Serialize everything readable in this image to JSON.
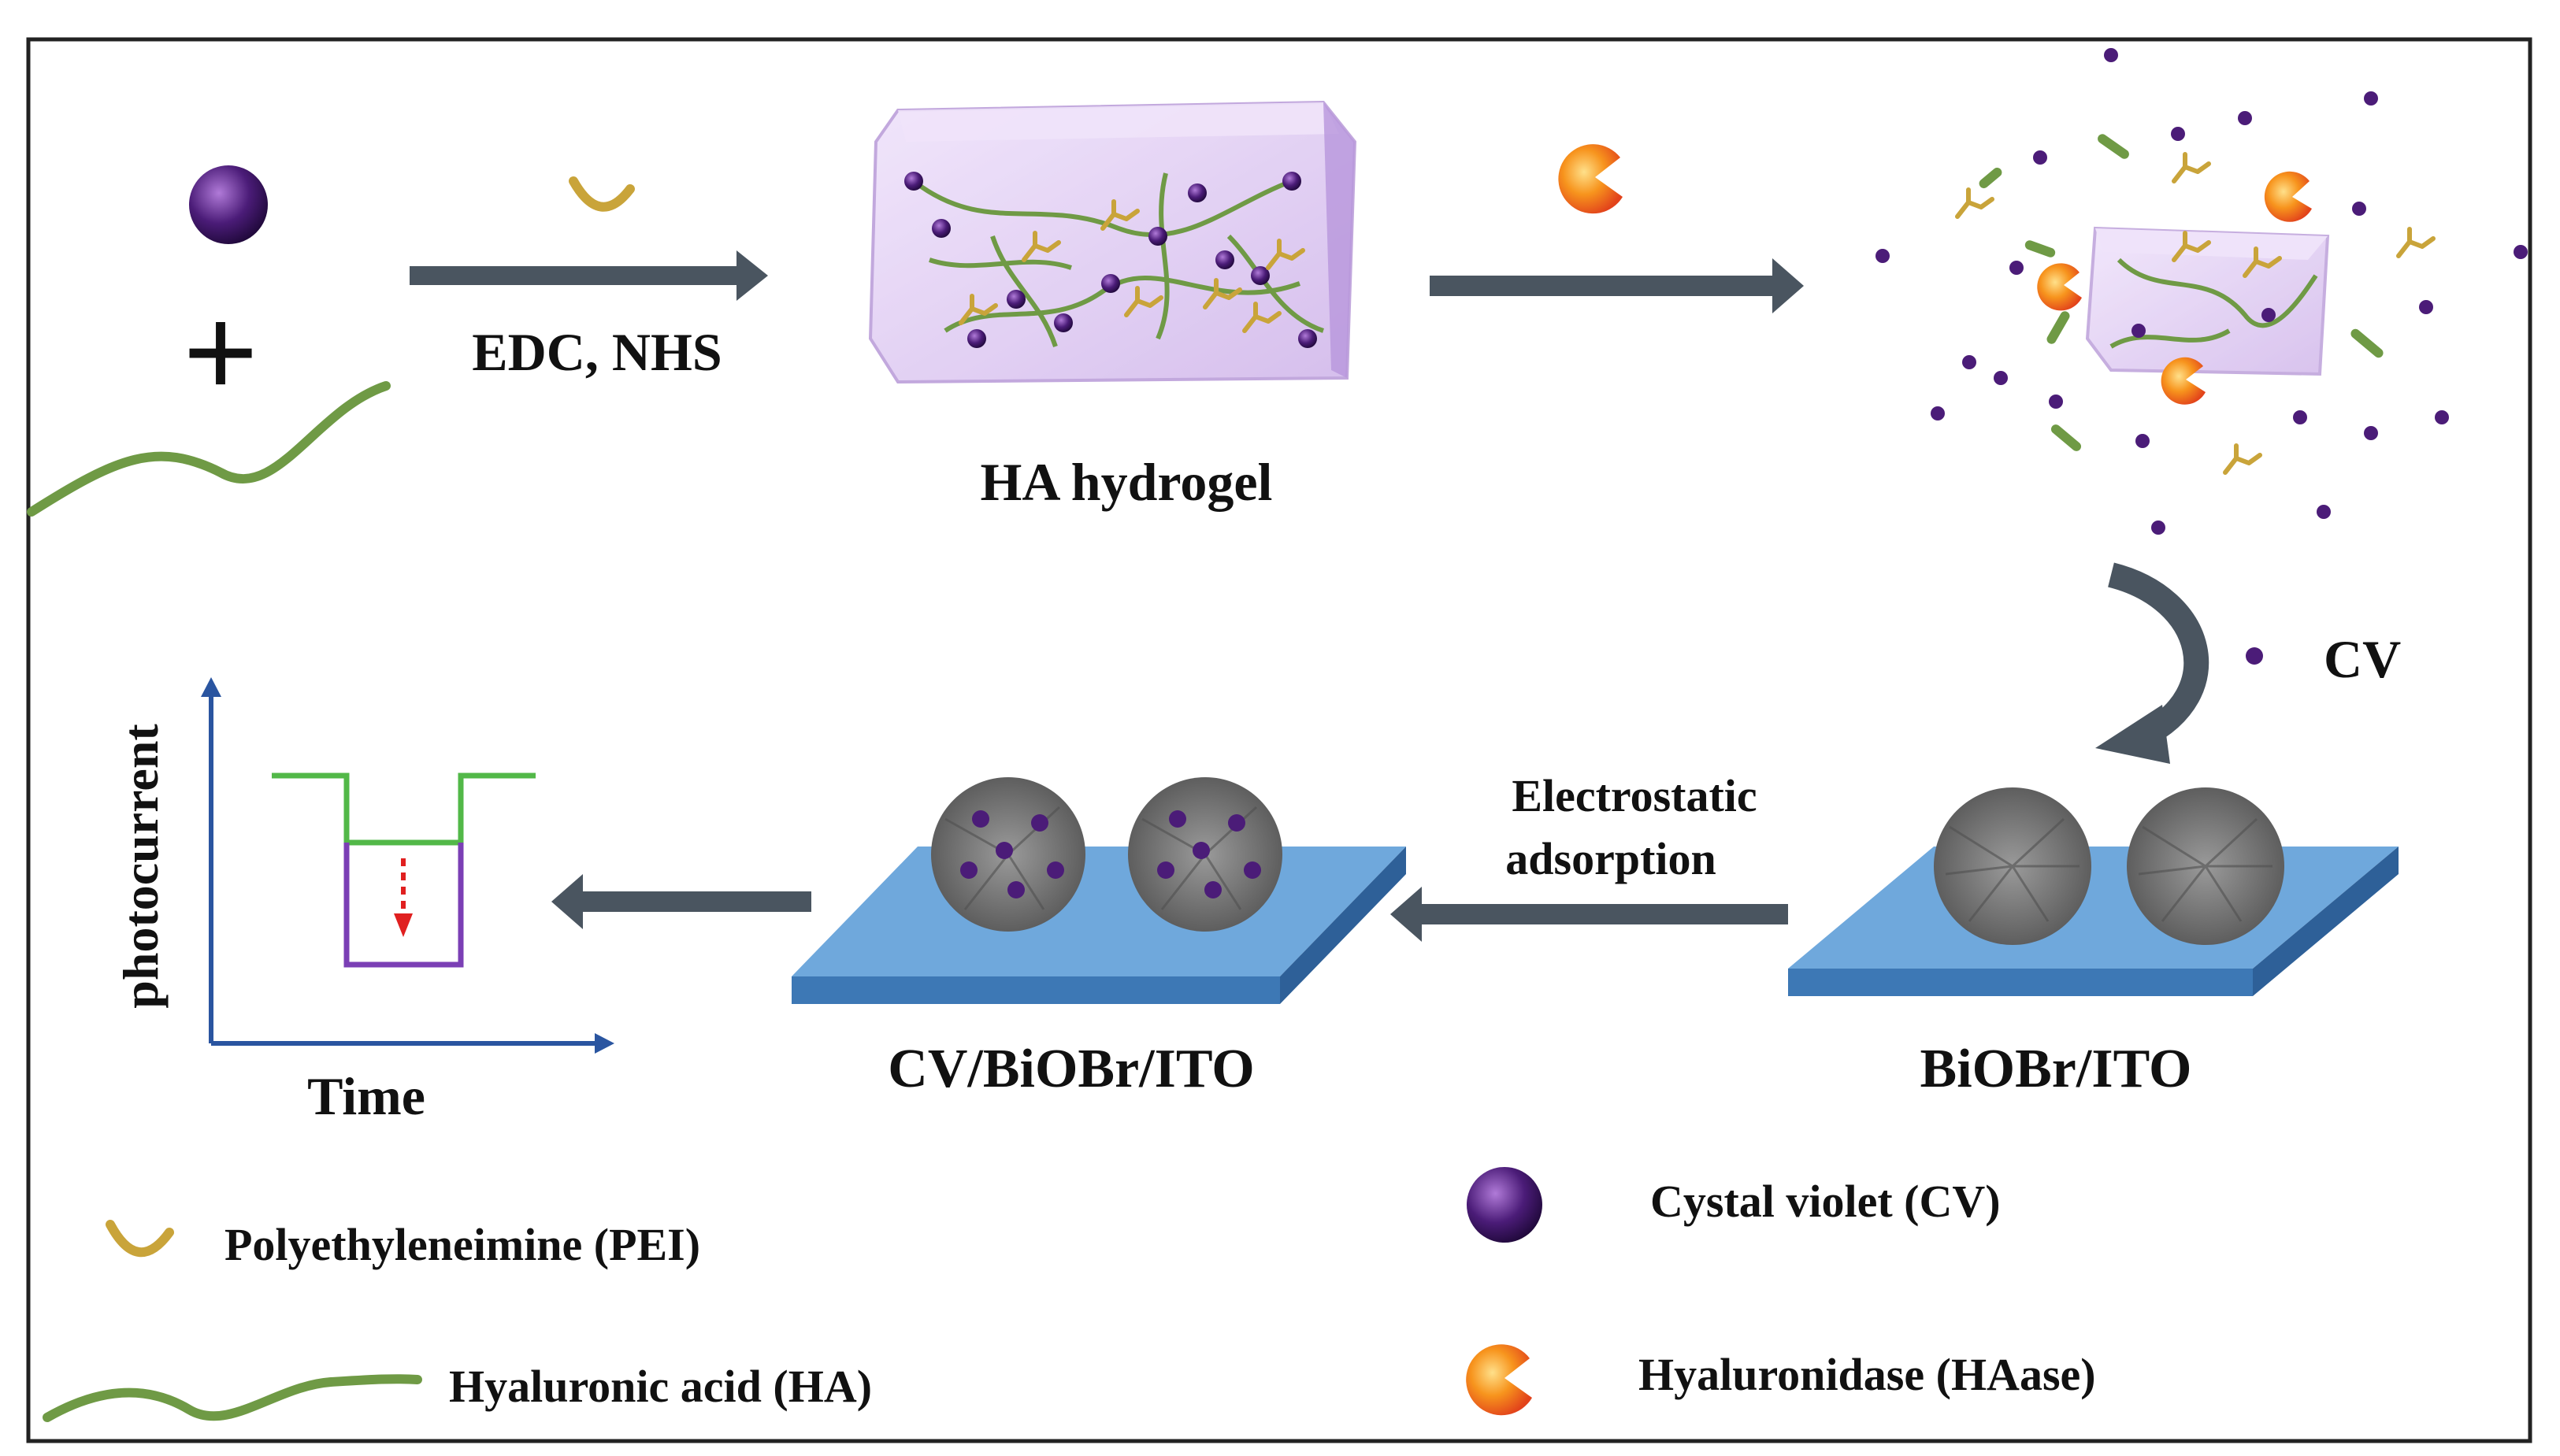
{
  "labels": {
    "reagents": "EDC, NHS",
    "hydrogel": "HA hydrogel",
    "cv_ion": "CV",
    "adsorption_line1": "Electrostatic",
    "adsorption_line2": "adsorption",
    "electrode_bare": "BiOBr/ITO",
    "electrode_loaded": "CV/BiOBr/ITO",
    "y_axis": "photocurrent",
    "x_axis": "Time",
    "plus": "+"
  },
  "legend": {
    "pei": "Polyethyleneimine (PEI)",
    "ha": "Hyaluronic acid (HA)",
    "cv": "Cystal violet (CV)",
    "haase": "Hyaluronidase (HAase)"
  },
  "colors": {
    "frame": "#222222",
    "arrow": "#4a5560",
    "ha_strand": "#6f9a45",
    "pei": "#c9a43a",
    "cv": "#4b1c78",
    "haase": "#f26522",
    "gel": "#d9c3ef",
    "ito": "#6fa8dc",
    "ito_side": "#3d78b5",
    "flower": "#7a7a7a",
    "axis": "#2a55a0",
    "signal_high": "#52b848",
    "signal_low": "#7b3fb5",
    "signal_arrow": "#e02020"
  }
}
